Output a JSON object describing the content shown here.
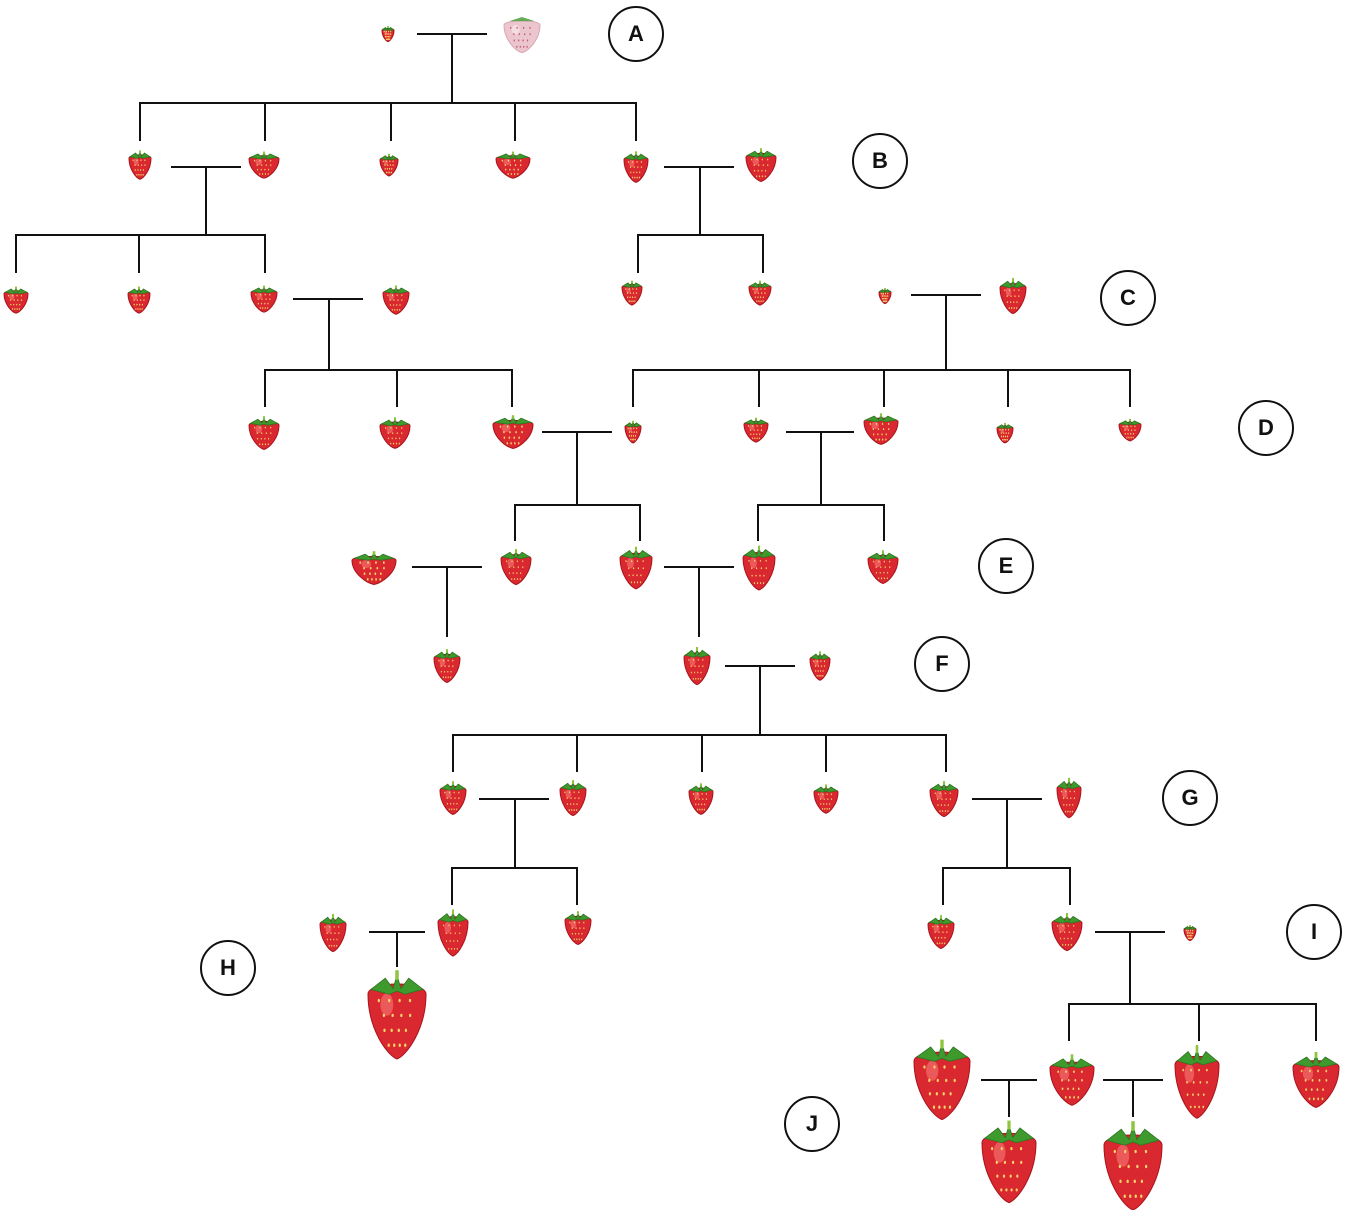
{
  "generation_labels": [
    "A",
    "B",
    "C",
    "D",
    "E",
    "F",
    "G",
    "H",
    "I",
    "J"
  ],
  "colors": {
    "line": "#111111",
    "berry_red": "#d9282f",
    "berry_dark": "#a8141c",
    "berry_highlight": "#f26a6a",
    "leaf": "#3f9a2e",
    "leaf_light": "#8cc63f",
    "pale_berry": "#ecc6cf",
    "pale_seed": "#c0607a"
  },
  "icons": {
    "strawberry": "strawberry-icon",
    "white_strawberry": "white-strawberry-icon"
  }
}
